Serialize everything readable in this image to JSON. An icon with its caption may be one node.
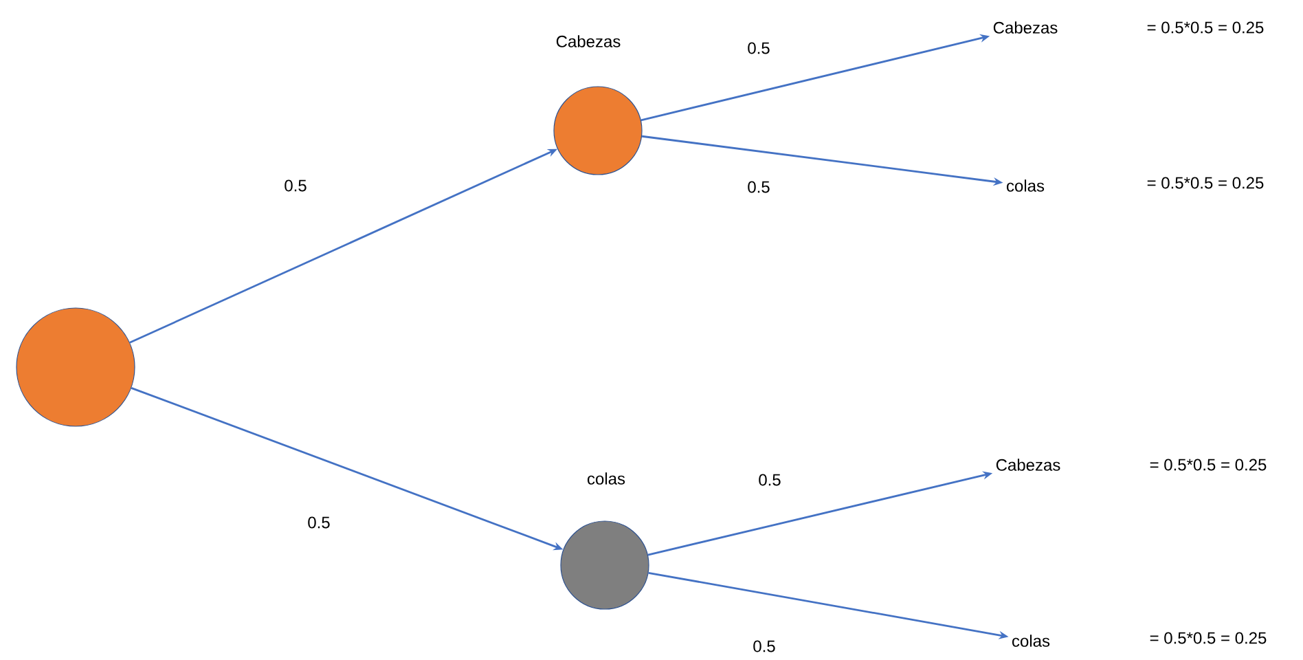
{
  "diagram": {
    "nodes": [
      {
        "text": [],
        "shape": "circle"
      },
      {
        "text": [
          "Cabezas"
        ]
      },
      {
        "text": [
          "colas"
        ]
      },
      {
        "text": [
          "Cabezas"
        ],
        "beside": [
          "= 0.5*0.5 = 0.25"
        ]
      },
      {
        "text": [
          "colas"
        ],
        "beside": [
          "= 0.5*0.5 = 0.25"
        ]
      },
      {
        "text": [
          "Cabezas"
        ],
        "beside": [
          "= 0.5*0.5 = 0.25"
        ]
      },
      {
        "text": [
          "colas"
        ],
        "beside": [
          "= 0.5*0.5 = 0.25"
        ]
      }
    ],
    "edges": [
      {
        "from": 0,
        "to": 1,
        "arrow": "to",
        "label": "0.5"
      },
      {
        "from": 0,
        "to": 2,
        "arrow": "to",
        "label": "0.5"
      },
      {
        "from": 1,
        "to": 3,
        "arrow": "to",
        "label": "0.5"
      },
      {
        "from": 1,
        "to": 4,
        "arrow": "to",
        "label": "0.5"
      },
      {
        "from": 2,
        "to": 5,
        "arrow": "to",
        "label": "0.5"
      },
      {
        "from": 2,
        "to": 6,
        "arrow": "to",
        "label": "0.5"
      }
    ]
  }
}
